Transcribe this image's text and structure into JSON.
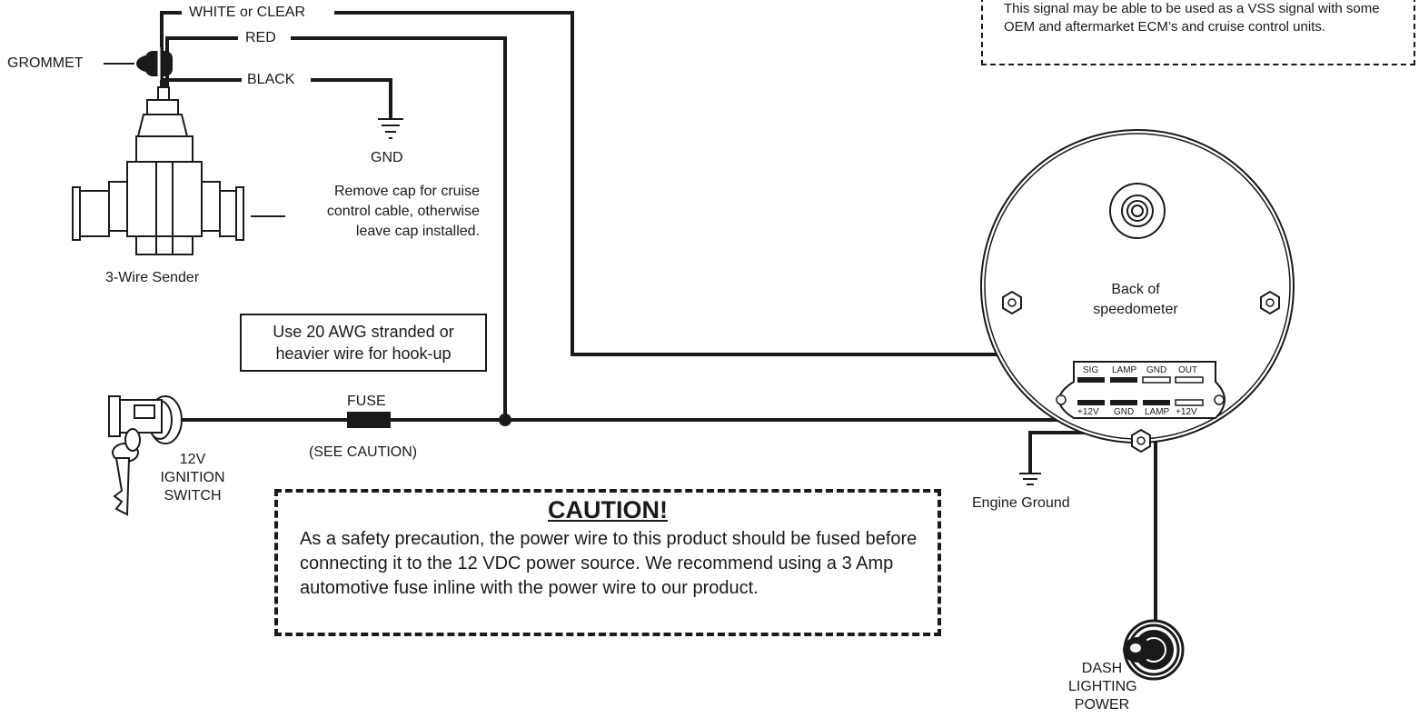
{
  "labels": {
    "white_wire": "WHITE or CLEAR",
    "red_wire": "RED",
    "black_wire": "BLACK",
    "grommet": "GROMMET",
    "gnd": "GND",
    "cap_note": "Remove cap for cruise control cable, otherwise leave cap installed.",
    "sender": "3-Wire Sender",
    "wire_note": "Use 20 AWG stranded or heavier wire for hook-up",
    "fuse": "FUSE",
    "see_caution": "(SEE CAUTION)",
    "ignition": "12V IGNITION SWITCH",
    "back_of_speedo": "Back of speedometer",
    "engine_ground": "Engine Ground",
    "dash_lighting": "DASH LIGHTING POWER",
    "vss_note": "This signal may be able to be used as a VSS signal with some OEM and aftermarket ECM’s and cruise control units."
  },
  "terminals": {
    "top": [
      "SIG",
      "LAMP",
      "GND",
      "OUT"
    ],
    "bottom": [
      "+12V",
      "GND",
      "LAMP",
      "+12V"
    ]
  },
  "caution": {
    "title": "CAUTION!",
    "body": "As a safety precaution, the power wire to this product should be fused before connecting it to the 12 VDC power source. We recommend using a 3 Amp automotive fuse inline with the power wire to our product."
  }
}
